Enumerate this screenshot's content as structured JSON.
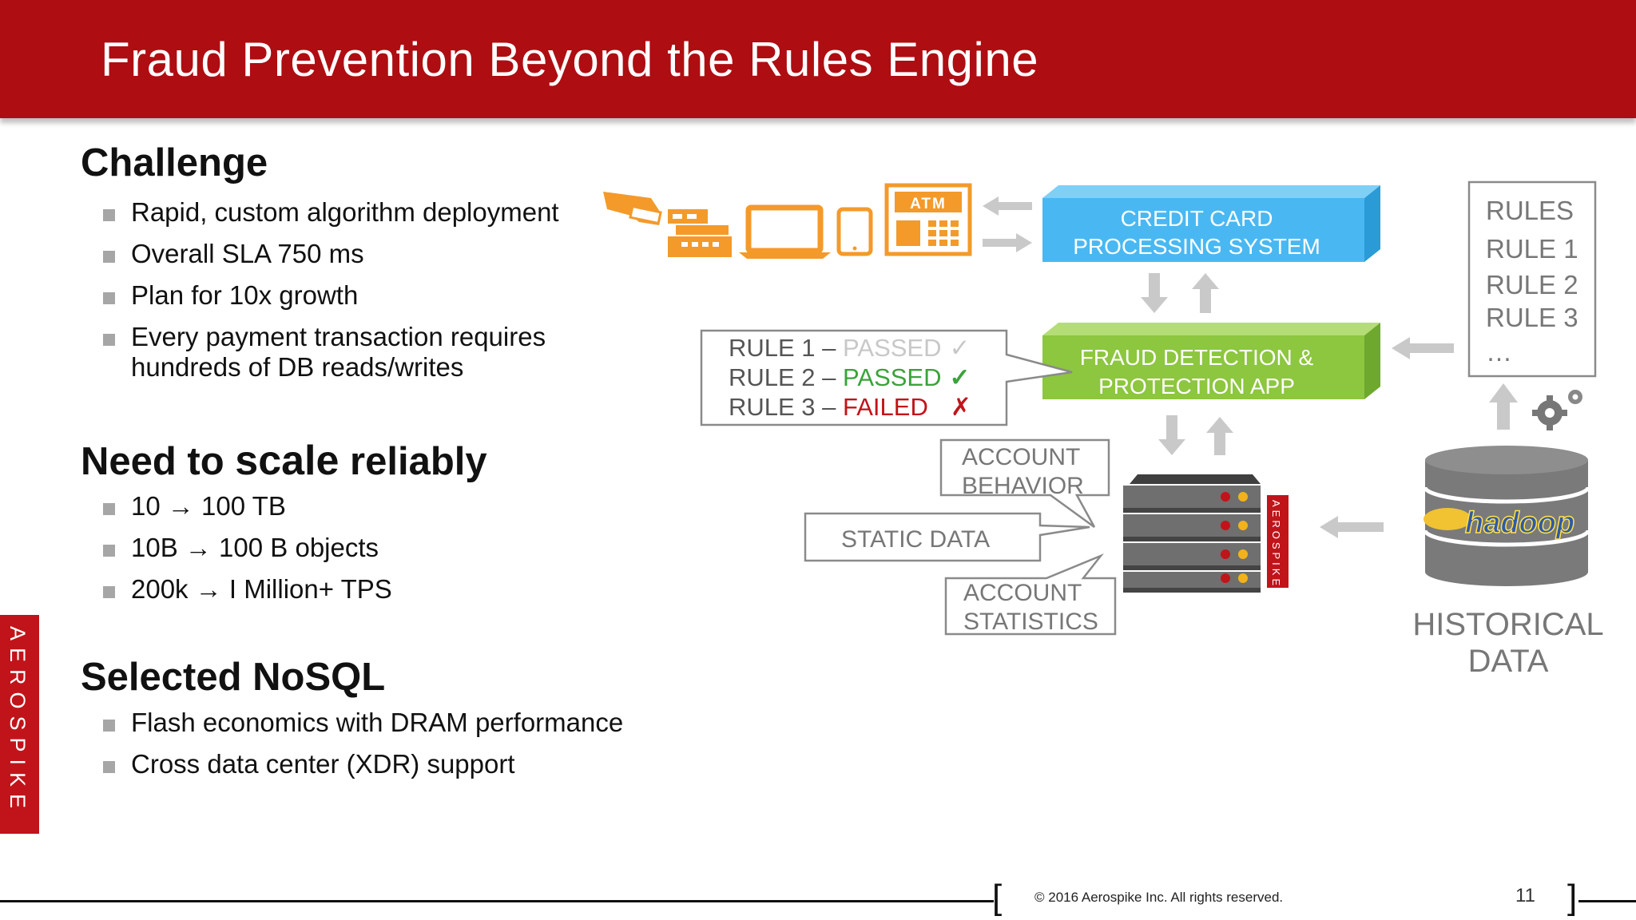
{
  "slide": {
    "title": "Fraud Prevention Beyond the Rules Engine",
    "page_number": "11",
    "copyright": "© 2016  Aerospike Inc.  All rights reserved.",
    "brand": "AEROSPIKE",
    "accent_color": "#ae0d12"
  },
  "sections": {
    "challenge": {
      "title": "Challenge",
      "bullets": [
        "Rapid, custom algorithm deployment",
        "Overall SLA 750 ms",
        "Plan for 10x growth",
        "Every payment transaction requires",
        "hundreds of DB reads/writes"
      ]
    },
    "scale": {
      "title_prefix": "Need to ",
      "title_big": "scale",
      "title_suffix": " reliably",
      "bullets": [
        "10 → 100 TB",
        "10B → 100 B objects",
        "200k → I Million+ TPS"
      ]
    },
    "nosql": {
      "title": "Selected NoSQL",
      "bullets": [
        "Flash economics with DRAM performance",
        "Cross data center (XDR) support"
      ]
    }
  },
  "diagram": {
    "atm_label": "ATM",
    "credit_card": [
      "CREDIT CARD",
      "PROCESSING SYSTEM"
    ],
    "fraud_app": [
      "FRAUD DETECTION &",
      "PROTECTION APP"
    ],
    "rules_results": {
      "rule1": {
        "label": "RULE 1 – ",
        "status": "PASSED",
        "mark": "✓"
      },
      "rule2": {
        "label": "RULE 2 – ",
        "status": "PASSED",
        "mark": "✓"
      },
      "rule3": {
        "label": "RULE 3 – ",
        "status": "FAILED",
        "mark": "✗"
      }
    },
    "rules_list": [
      "RULES",
      "RULE 1",
      "RULE 2",
      "RULE 3",
      "…"
    ],
    "account_behavior": [
      "ACCOUNT",
      "BEHAVIOR"
    ],
    "static_data": "STATIC DATA",
    "account_statistics": [
      "ACCOUNT",
      "STATISTICS"
    ],
    "hadoop_label": "hadoop",
    "historical": [
      "HISTORICAL",
      "DATA"
    ],
    "server_brand": "AEROSPIKE",
    "colors": {
      "orange": "#f39a2b",
      "credit_blue": "#49b8f2",
      "fraud_green": "#8dc63f",
      "gray_arrow": "#c9c9c9",
      "passed_green": "#3aa33a",
      "failed_red": "#c1141a",
      "faded_gray": "#c8c8c8"
    }
  }
}
